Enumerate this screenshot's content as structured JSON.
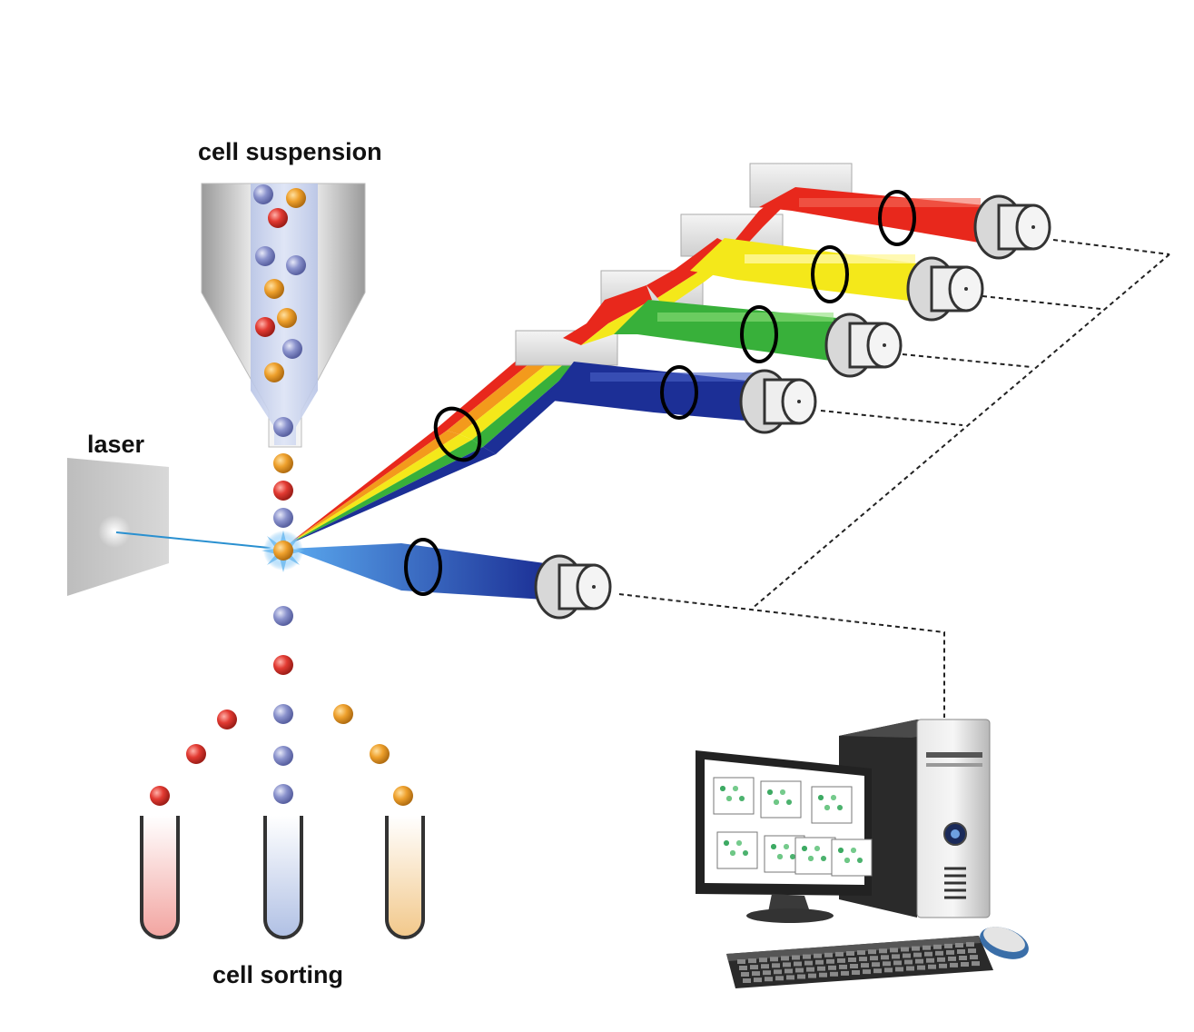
{
  "labels": {
    "cell_suspension": "cell suspension",
    "laser": "laser",
    "cell_sorting": "cell sorting"
  },
  "colors": {
    "red_cell": "#e23a32",
    "orange_cell": "#eea02c",
    "blue_cell": "#8a92cc",
    "beam_red": "#e8281c",
    "beam_yellow": "#f4e81a",
    "beam_green": "#38b03a",
    "beam_blue": "#1c2f96",
    "laser_line": "#2a90d0",
    "dashed_connector": "#222222"
  },
  "icons": [
    "laser-device-icon",
    "funnel-icon",
    "detector-icon",
    "lens-ring-icon",
    "test-tube-icon",
    "computer-monitor-icon",
    "computer-tower-icon",
    "keyboard-icon",
    "mouse-icon"
  ]
}
